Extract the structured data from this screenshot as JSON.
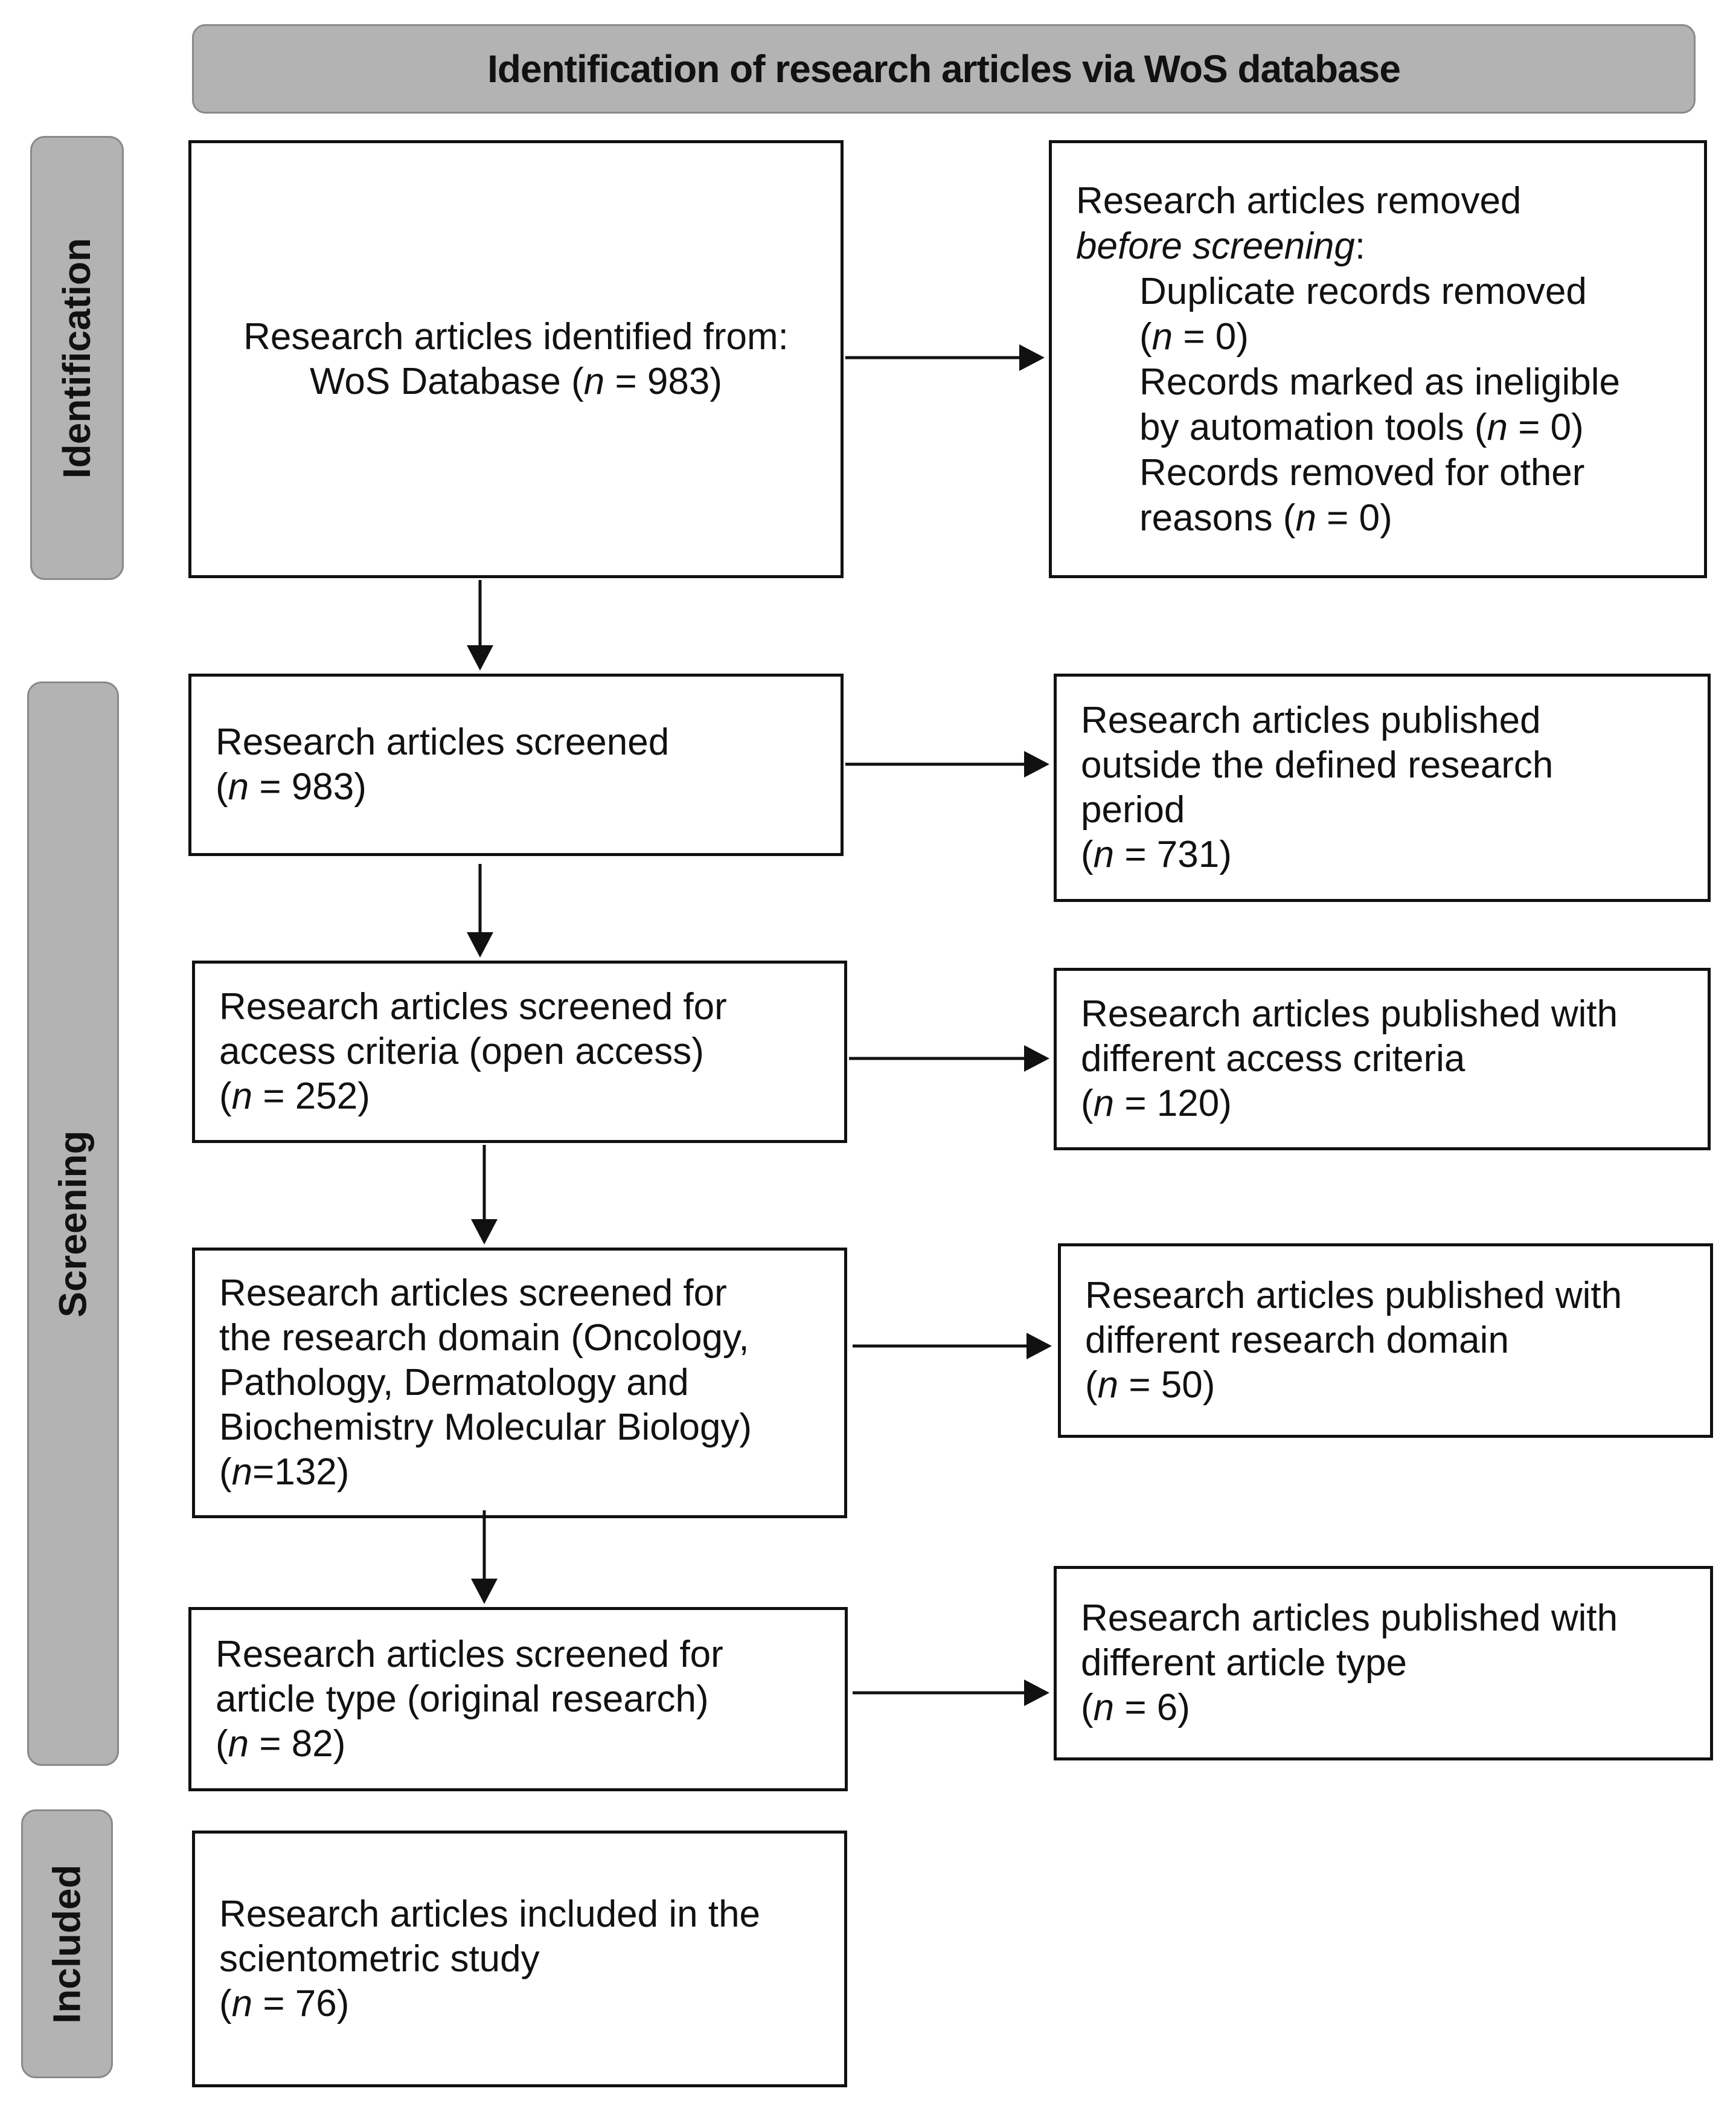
{
  "header": {
    "title": "Identification of research articles via WoS database"
  },
  "phases": {
    "identification": "Identification",
    "screening": "Screening",
    "included": "Included"
  },
  "boxes": {
    "identified": {
      "line1": "Research articles identified from:",
      "line2_pre": "WoS Database (",
      "n": "n",
      "line2_post": " = 983)"
    },
    "removed_before": {
      "line1": "Research articles removed",
      "line2_italic": "before screening",
      "line2_post": ":",
      "dup_line1": "Duplicate records removed",
      "dup_line2_post": " = 0)",
      "inel_line1": "Records marked as ineligible",
      "inel_line2_pre": "by automation tools (",
      "inel_line2_post": " = 0)",
      "other_line1": "Records removed for other",
      "other_line2_pre": "reasons (",
      "other_line2_post": " = 0)"
    },
    "screened": {
      "line1": "Research articles screened",
      "line2_post": " = 983)"
    },
    "outside_period": {
      "line1": "Research articles published",
      "line2": "outside the defined research",
      "line3": "period",
      "line4_post": " = 731)"
    },
    "access": {
      "line1": "Research articles screened for",
      "line2": "access criteria (open access)",
      "line3_post": " = 252)"
    },
    "diff_access": {
      "line1": "Research articles published with",
      "line2": "different access criteria",
      "line3_post": " = 120)"
    },
    "domain": {
      "line1": "Research articles screened for",
      "line2": "the research domain (Oncology,",
      "line3": "Pathology, Dermatology and",
      "line4": "Biochemistry Molecular Biology)",
      "line5_post": "=132)"
    },
    "diff_domain": {
      "line1": "Research articles published with",
      "line2": "different research domain",
      "line3_post": " = 50)"
    },
    "article_type": {
      "line1": "Research articles screened for",
      "line2": "article type (original research)",
      "line3_post": " = 82)"
    },
    "diff_type": {
      "line1": "Research articles published with",
      "line2": "different article type",
      "line3_post": " = 6)"
    },
    "included": {
      "line1": "Research articles included in the",
      "line2": "scientometric study",
      "line3_post": " = 76)"
    },
    "open_paren": "("
  }
}
